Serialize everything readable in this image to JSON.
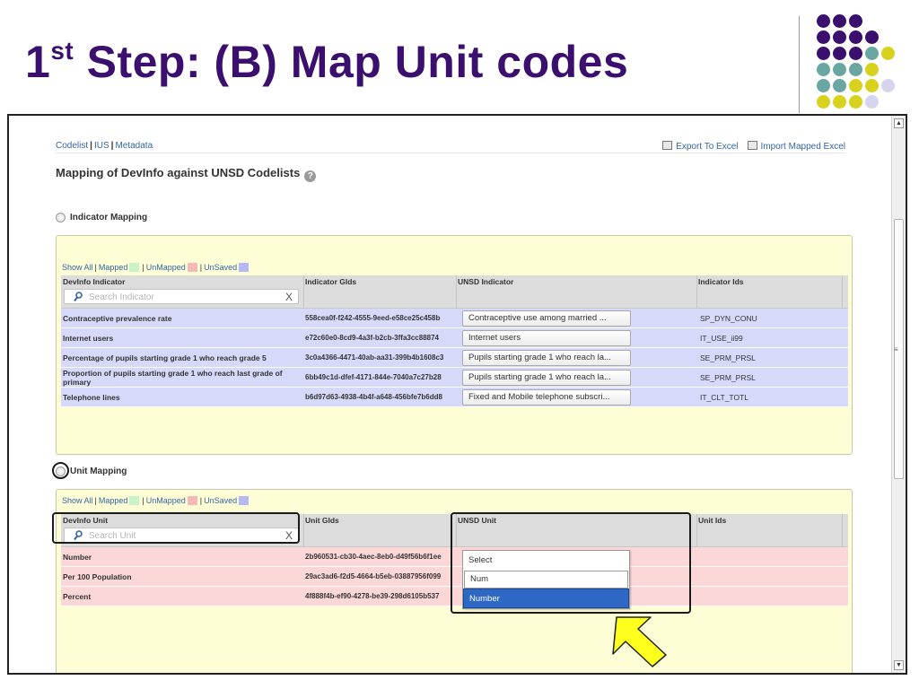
{
  "slide": {
    "title_ordinal": "1",
    "title_sup": "st",
    "title_rest": " Step: (B) Map Unit codes",
    "dot_colors": {
      "purple": "#3b0f6e",
      "teal": "#6aa7a3",
      "yellow": "#d8d21e",
      "lavender": "#d6d4ee"
    }
  },
  "nav": {
    "links": [
      "Codelist",
      "IUS",
      "Metadata"
    ],
    "separator": "|",
    "export_label": "Export To Excel",
    "import_label": "Import Mapped Excel"
  },
  "page": {
    "heading": "Mapping of DevInfo against UNSD Codelists",
    "help_glyph": "?"
  },
  "legend": {
    "show_all": "Show All",
    "sep": "|",
    "mapped": "Mapped",
    "unmapped": "UnMapped",
    "unsaved": "UnSaved",
    "colors": {
      "mapped": "#c8f2c8",
      "unmapped": "#f7b8b8",
      "unsaved": "#b6b8f5"
    }
  },
  "indicator_section": {
    "label": "Indicator Mapping",
    "columns": [
      "DevInfo Indicator",
      "Indicator GIds",
      "UNSD Indicator",
      "Indicator Ids"
    ],
    "search_placeholder": "Search Indicator",
    "clear_glyph": "X",
    "rows": [
      {
        "name": "Contraceptive prevalence rate",
        "gid": "558cea0f-f242-4555-9eed-e58ce25c458b",
        "unsd": "Contraceptive use among married ...",
        "id": "SP_DYN_CONU"
      },
      {
        "name": "Internet users",
        "gid": "e72c60e0-8cd9-4a3f-b2cb-3ffa3cc88874",
        "unsd": "Internet users",
        "id": "IT_USE_ii99"
      },
      {
        "name": "Percentage of pupils starting grade 1 who reach grade 5",
        "gid": "3c0a4366-4471-40ab-aa31-399b4b1608c3",
        "unsd": "Pupils starting grade 1 who reach la...",
        "id": "SE_PRM_PRSL"
      },
      {
        "name": "Proportion of pupils starting grade 1 who reach last grade of primary",
        "gid": "6bb49c1d-dfef-4171-844e-7040a7c27b28",
        "unsd": "Pupils starting grade 1 who reach la...",
        "id": "SE_PRM_PRSL"
      },
      {
        "name": "Telephone lines",
        "gid": "b6d97d63-4938-4b4f-a648-456bfe7b6dd8",
        "unsd": "Fixed and Mobile telephone subscri...",
        "id": "IT_CLT_TOTL"
      }
    ]
  },
  "unit_section": {
    "label": "Unit Mapping",
    "columns": [
      "DevInfo Unit",
      "Unit GIds",
      "UNSD Unit",
      "Unit Ids"
    ],
    "search_placeholder": "Search Unit",
    "clear_glyph": "X",
    "rows": [
      {
        "name": "Number",
        "gid": "2b960531-cb30-4aec-8eb0-d49f56b6f1ee"
      },
      {
        "name": "Per 100 Population",
        "gid": "29ac3ad6-f2d5-4664-b5eb-03887956f099"
      },
      {
        "name": "Percent",
        "gid": "4f888f4b-ef90-4278-be39-298d6105b537"
      }
    ],
    "dropdown": {
      "options": [
        "Select",
        "Num",
        "Number"
      ],
      "selected": "Number"
    }
  }
}
